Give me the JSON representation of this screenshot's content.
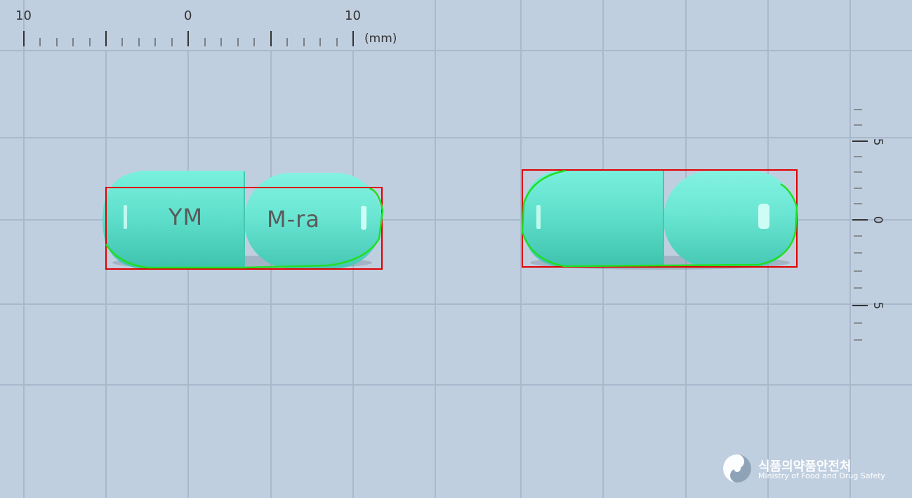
{
  "scale": {
    "horizontal_labels": [
      "10",
      "0",
      "10"
    ],
    "unit": "(mm)",
    "vertical_labels": [
      "5",
      "0",
      "5"
    ]
  },
  "capsules": [
    {
      "view": "front",
      "imprint_left": "YM",
      "imprint_right": "M-ra"
    },
    {
      "view": "back",
      "imprint_left": "",
      "imprint_right": ""
    }
  ],
  "colors": {
    "background": "#c0cfe0",
    "grid": "#a9b8cc",
    "capsule": "#5fe0cc",
    "bounding_box": "#e00000",
    "contour": "#22dd22"
  },
  "logo": {
    "korean": "식품의약품안전처",
    "english": "Ministry of Food and Drug Safety"
  }
}
